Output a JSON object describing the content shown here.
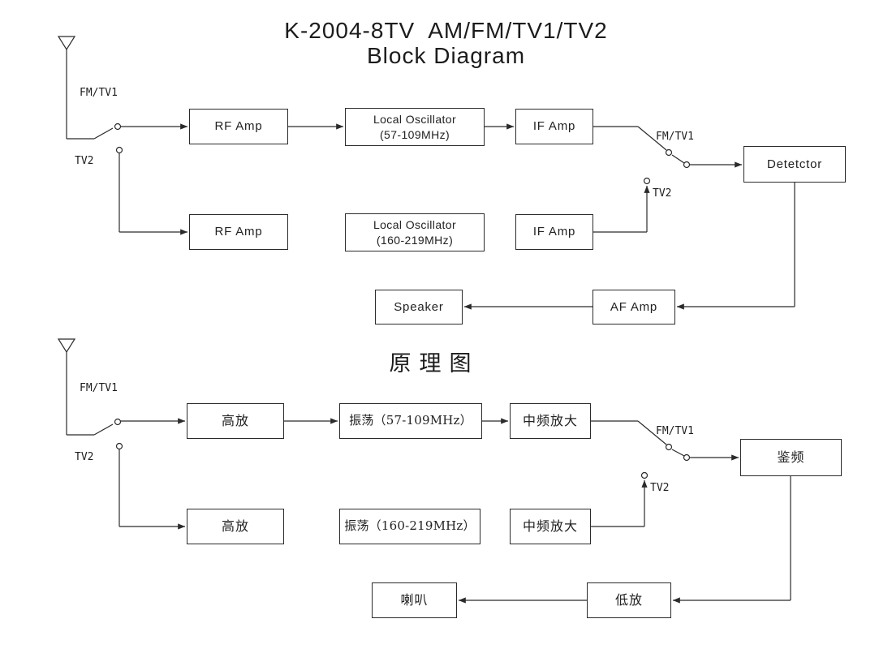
{
  "top": {
    "title_line1": "K-2004-8TV  AM/FM/TV1/TV2",
    "title_line2": "Block Diagram",
    "labels": {
      "left_switch_pos1": "FM/TV1",
      "left_switch_pos2": "TV2",
      "right_switch_pos1": "FM/TV1",
      "right_switch_pos2": "TV2"
    },
    "blocks": {
      "rf_amp_1": "RF Amp",
      "local_osc_1": {
        "line1": "Local Oscillator",
        "line2": "(57-109MHz)"
      },
      "if_amp_1": "IF Amp",
      "rf_amp_2": "RF Amp",
      "local_osc_2": {
        "line1": "Local Oscillator",
        "line2": "(160-219MHz)"
      },
      "if_amp_2": "IF Amp",
      "detector": "Detetctor",
      "af_amp": "AF Amp",
      "speaker": "Speaker"
    }
  },
  "bottom": {
    "title": "原理图",
    "labels": {
      "left_switch_pos1": "FM/TV1",
      "left_switch_pos2": "TV2",
      "right_switch_pos1": "FM/TV1",
      "right_switch_pos2": "TV2"
    },
    "blocks": {
      "rf_amp_1": "高放",
      "local_osc_1": "振荡（57-109MHz）",
      "if_amp_1": "中频放大",
      "rf_amp_2": "高放",
      "local_osc_2": "振荡（160-219MHz）",
      "if_amp_2": "中频放大",
      "detector": "鉴频",
      "af_amp": "低放",
      "speaker": "喇叭"
    }
  }
}
